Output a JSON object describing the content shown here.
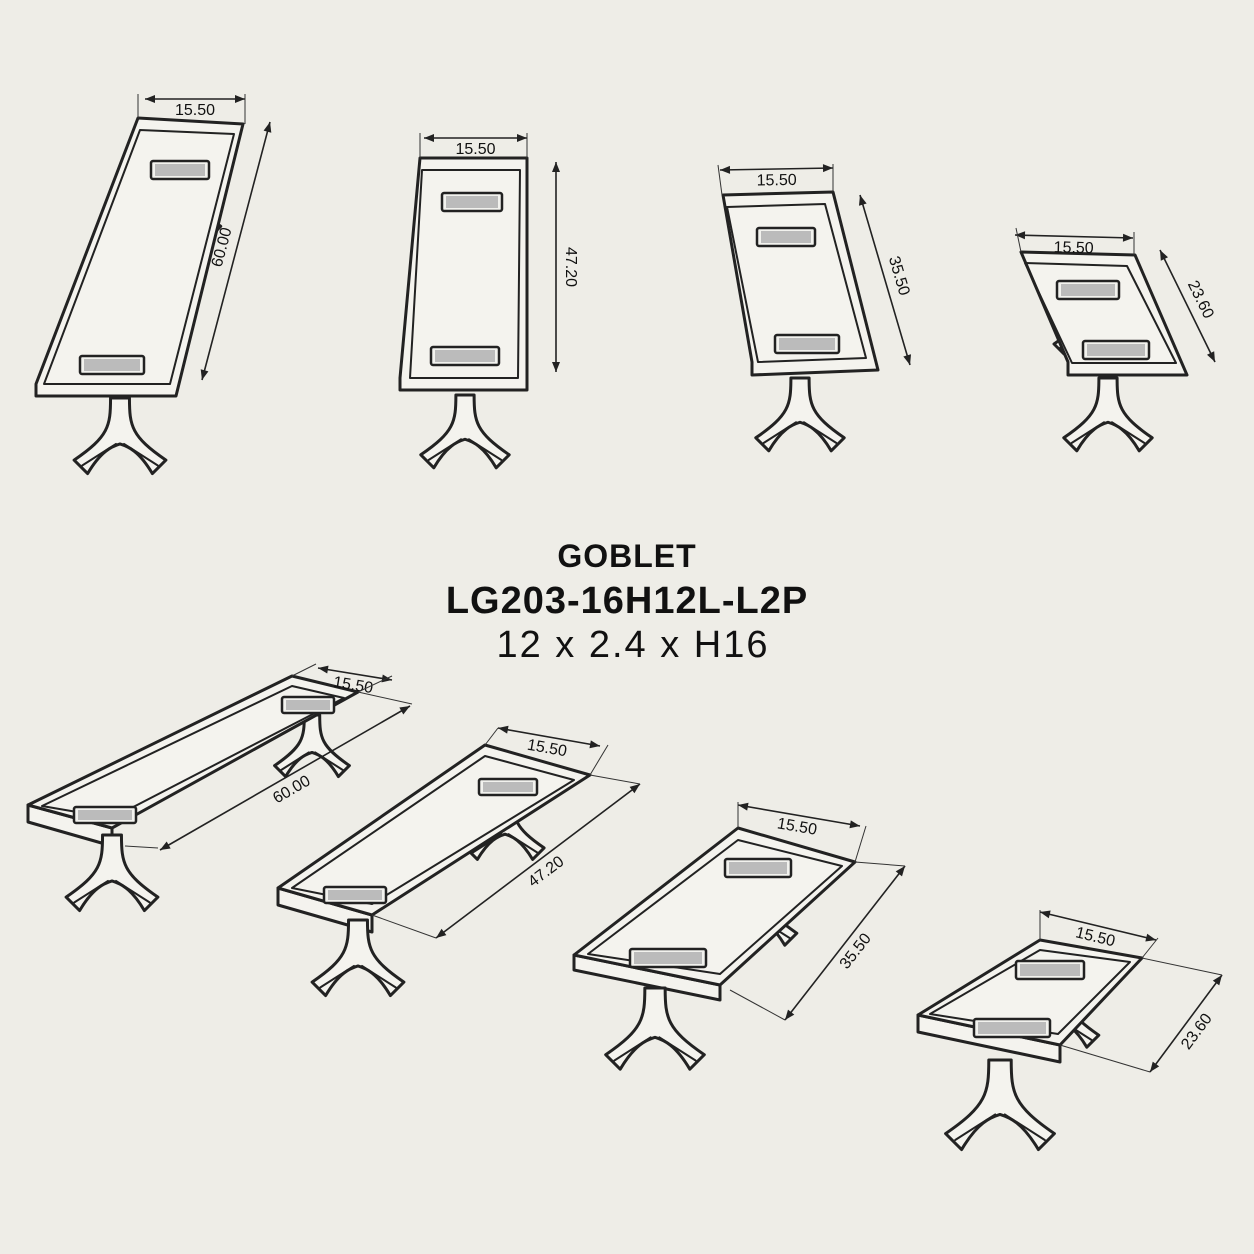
{
  "title": {
    "name": "GOBLET",
    "model": "LG203-16H12L-L2P",
    "size": "12 x 2.4 x H16"
  },
  "tables": [
    {
      "id": "top-60",
      "width": "15.50",
      "length": "60.00"
    },
    {
      "id": "top-47",
      "width": "15.50",
      "length": "47.20"
    },
    {
      "id": "top-35",
      "width": "15.50",
      "length": "35.50"
    },
    {
      "id": "top-23",
      "width": "15.50",
      "length": "23.60"
    },
    {
      "id": "iso-60",
      "width": "15.50",
      "length": "60.00"
    },
    {
      "id": "iso-47",
      "width": "15.50",
      "length": "47.20"
    },
    {
      "id": "iso-35",
      "width": "15.50",
      "length": "35.50"
    },
    {
      "id": "iso-23",
      "width": "15.50",
      "length": "23.60"
    }
  ]
}
